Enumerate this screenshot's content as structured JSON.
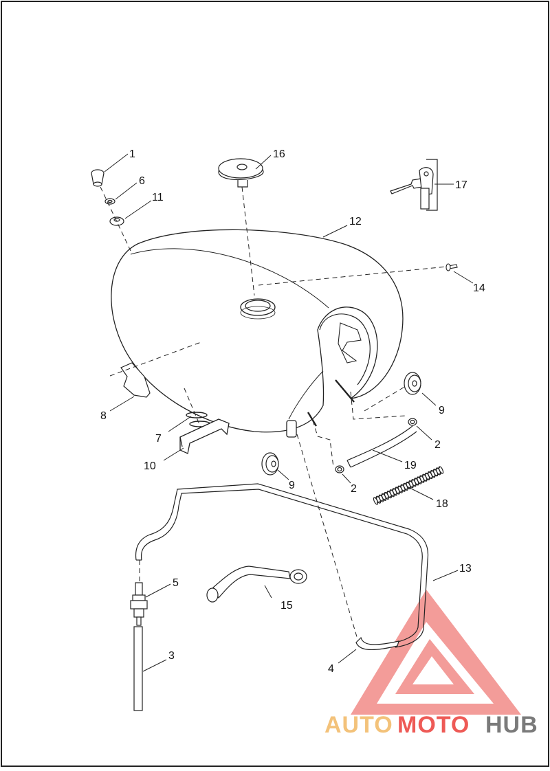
{
  "diagram": {
    "callouts": {
      "c1": "1",
      "c2a": "2",
      "c2b": "2",
      "c3": "3",
      "c4": "4",
      "c5": "5",
      "c6": "6",
      "c7": "7",
      "c8": "8",
      "c9a": "9",
      "c9b": "9",
      "c10": "10",
      "c11": "11",
      "c12": "12",
      "c13": "13",
      "c14": "14",
      "c15": "15",
      "c16": "16",
      "c17": "17",
      "c18": "18",
      "c19": "19"
    }
  },
  "watermark": {
    "part1": "AUTO",
    "part2": "MOTO",
    "part3": "HUB",
    "color_light": "#f3c27a",
    "color_brand": "#ee5a56",
    "color_dark": "#7a7a7a"
  }
}
